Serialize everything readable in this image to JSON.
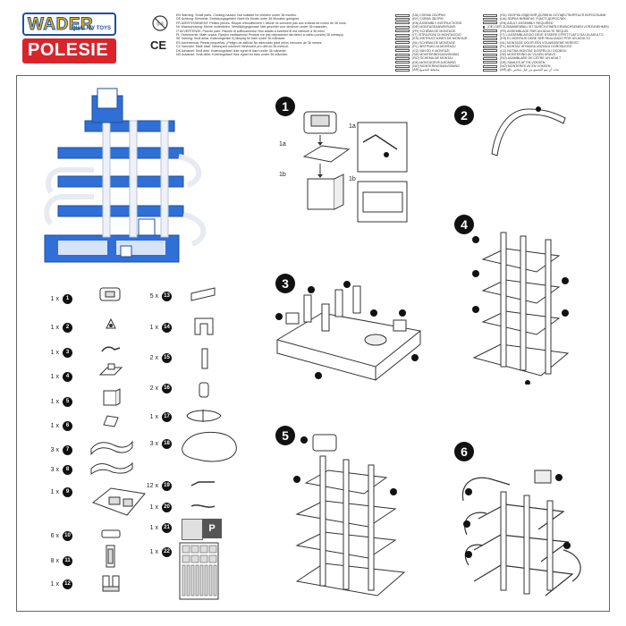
{
  "header": {
    "brand_line1": "WADER",
    "brand_tag": "QUALITY TOYS",
    "brand_line2": "POLESIE",
    "ce_mark": "CE",
    "warnings": [
      "EN Warning: Small parts. Choking hazard. Not suitable for children under 36 months.",
      "DE Achtung: Kleinteile. Erstickungsgefahr! Nicht für Kinder unter 36 Monaten geeignet.",
      "FR AVERTISSEMENT: Petites pièces. Risque d'étouffement! L'article ne convient pas aux enfants de moins de 36 mois.",
      "NL Waarschuwing: Kleine onderdelen. Verstikkingsgevaar! Niet geschikt voor kinderen onder 36 maanden.",
      "IT AVVERTENZE: Piccole parti. Rischio di soffocamento! Non adatto a bambini di età inferiore a 36 mesi.",
      "PL Ostrzeżenie: Małe części. Ryzyko zadławienia! Produkt nie jest odpowiedni dla dzieci w wieku poniżej 36 miesięcy.",
      "SE Varning: Små delar. Kvävningsrisk! Ej lämplig för barn under 36 månader.",
      "ES Advertencia: Piezas pequeñas. ¡Peligro de asfixia! No adecuado para niños menores de 36 meses.",
      "CZ Varování: Malé části. Nebezpečí udušení! Nevhodné pro děti do 36 měsíců.",
      "DK Advarsel: Små dele. Kvælningsfare! Ikke egnet til børn under 36 måneder.",
      "NO Advarsel: Små deler. Kvelningsfare! Ikke egnet for barn under 36 måneder."
    ],
    "assembly_lines": [
      "(UA) СХЕМА СБОРКИ",
      "(BY) СХЕМА ЗБОРКІ",
      "(EN) ASSEMBLY INSTRUCTIONS",
      "(DE) MONTAGEANWEISUNG",
      "(FR) SCHÉMA DE MONTAGE",
      "(IT) ISTRUZIONI DI MONTAGGIO",
      "(ES) INSTRUCCIONES DE MONTAJE",
      "(NL) SCHEMA DE MONTAGE",
      "(PL) INSTRUKCJA MONTAŻU",
      "(CZ) NÁVOD K MONTÁŽI",
      "(SE) MONTERINGSANVISNING",
      "(RO) SCHEMA DE MONTAJ",
      "(DK) MONTAGEVEJLEDNING",
      "(NO) MONTERINGSANVISNING",
      "(AR) مخطط التجميع"
    ],
    "adult_lines": [
      "(RU) СБОРКА ИЗДЕЛИЯ ДОЛЖНА ОСУЩЕСТВЛЯТЬСЯ ВЗРОСЛЫМИ",
      "(UA) ЗБІРКА ВИМАГАЄ УЧАСТІ ДОРОСЛИХ",
      "(EN) ADULT ASSEMBLY REQUIRED",
      "(DE) DER ZUSAMMENBAU IST DURCH EINEN ERWACHSENEN VORZUNEHMEN",
      "(FR) ASSEMBLAGE PAR UN ADULTE REQUIS",
      "(IT) L'ASSEMBLAGGIO DEVE ESSERE EFFETTUATO DA UN ADULTO",
      "(ES) EL MONTAJE DEBE SER REALIZADO POR UN ADULTO",
      "(NL) MONTAGE DOOR EEN VOLWASSENE VEREIST",
      "(PL) MONTAŻ WYMAGA UDZIAŁU DOROSŁEGO",
      "(CZ) NUTNÁ MONTÁŽ DOSPĚLOU OSOBOU",
      "(SE) MONTERING AV VUXEN KRÄVS",
      "(RO) ASAMBLARE DE CĂTRE UN ADULT",
      "(DK) SAMLES AF EN VOKSEN",
      "(NO) MONTERES AV EN VOKSEN",
      "(AR) يجب أن يتم التجميع من قبل شخص بالغ"
    ]
  },
  "parts": [
    {
      "qty": "1 x",
      "num": "1"
    },
    {
      "qty": "1 x",
      "num": "2"
    },
    {
      "qty": "1 x",
      "num": "3"
    },
    {
      "qty": "1 x",
      "num": "4"
    },
    {
      "qty": "1 x",
      "num": "5"
    },
    {
      "qty": "1 x",
      "num": "6"
    },
    {
      "qty": "3 x",
      "num": "7"
    },
    {
      "qty": "3 x",
      "num": "8"
    },
    {
      "qty": "1 x",
      "num": "9"
    },
    {
      "qty": "6 x",
      "num": "10"
    },
    {
      "qty": "8 x",
      "num": "11"
    },
    {
      "qty": "1 x",
      "num": "12"
    },
    {
      "qty": "5 x",
      "num": "13"
    },
    {
      "qty": "1 x",
      "num": "14"
    },
    {
      "qty": "2 x",
      "num": "15"
    },
    {
      "qty": "2 x",
      "num": "16"
    },
    {
      "qty": "1 x",
      "num": "17"
    },
    {
      "qty": "3 x",
      "num": "18"
    },
    {
      "qty": "12 x",
      "num": "19"
    },
    {
      "qty": "1 x",
      "num": "20"
    },
    {
      "qty": "1 x",
      "num": "21"
    },
    {
      "qty": "1 x",
      "num": "22"
    }
  ],
  "sticker_21_letter": "P",
  "steps": [
    "1",
    "2",
    "3",
    "4",
    "5",
    "6"
  ],
  "step1_callouts": [
    "1a",
    "1a",
    "1b",
    "1b"
  ],
  "colors": {
    "brand_blue": "#1d4fa3",
    "brand_yellow": "#f2b705",
    "brand_red": "#d9242b",
    "toy_blue": "#2f6fd6"
  }
}
